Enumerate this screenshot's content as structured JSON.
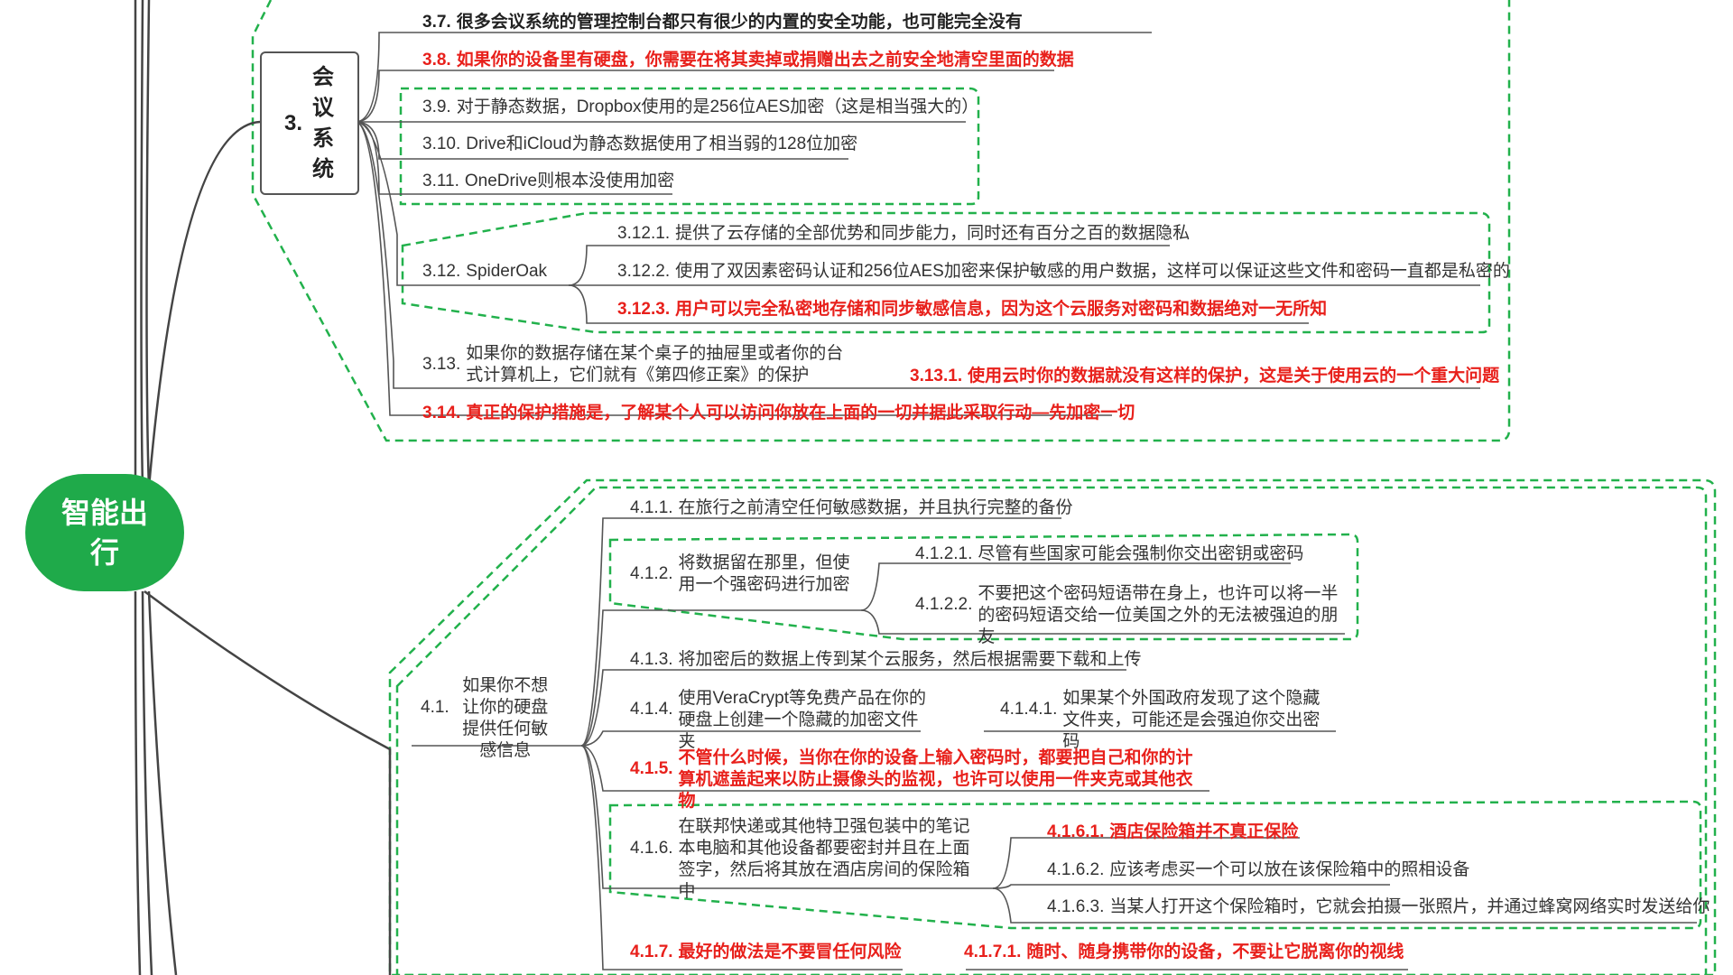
{
  "root": {
    "label": "智能出行"
  },
  "sections": [
    {
      "id": "3",
      "num": "3.",
      "label": "会议系统",
      "items": [
        {
          "num": "3.7.",
          "text": "很多会议系统的管理控制台都只有很少的内置的安全功能，也可能完全没有",
          "style": "bold"
        },
        {
          "num": "3.8.",
          "text": "如果你的设备里有硬盘，你需要在将其卖掉或捐赠出去之前安全地清空里面的数据",
          "style": "red"
        },
        {
          "num": "3.9.",
          "text": "对于静态数据，Dropbox使用的是256位AES加密（这是相当强大的）"
        },
        {
          "num": "3.10.",
          "text": "Drive和iCloud为静态数据使用了相当弱的128位加密"
        },
        {
          "num": "3.11.",
          "text": "OneDrive则根本没使用加密"
        },
        {
          "num": "3.12.",
          "text": "SpiderOak",
          "children": [
            {
              "num": "3.12.1.",
              "text": "提供了云存储的全部优势和同步能力，同时还有百分之百的数据隐私"
            },
            {
              "num": "3.12.2.",
              "text": "使用了双因素密码认证和256位AES加密来保护敏感的用户数据，这样可以保证这些文件和密码一直都是私密的"
            },
            {
              "num": "3.12.3.",
              "text": "用户可以完全私密地存储和同步敏感信息，因为这个云服务对密码和数据绝对一无所知",
              "style": "red"
            }
          ]
        },
        {
          "num": "3.13.",
          "text": "如果你的数据存储在某个桌子的抽屉里或者你的台式计算机上，它们就有《第四修正案》的保护",
          "children": [
            {
              "num": "3.13.1.",
              "text": "使用云时你的数据就没有这样的保护，这是关于使用云的一个重大问题",
              "style": "red"
            }
          ]
        },
        {
          "num": "3.14.",
          "text": "真正的保护措施是，了解某个人可以访问你放在上面的一切并据此采取行动—先加密一切",
          "style": "red"
        }
      ]
    },
    {
      "id": "4.1",
      "num": "4.1.",
      "label": "如果你不想让你的硬盘提供任何敏感信息",
      "items": [
        {
          "num": "4.1.1.",
          "text": "在旅行之前清空任何敏感数据，并且执行完整的备份"
        },
        {
          "num": "4.1.2.",
          "text": "将数据留在那里，但使用一个强密码进行加密",
          "children": [
            {
              "num": "4.1.2.1.",
              "text": "尽管有些国家可能会强制你交出密钥或密码"
            },
            {
              "num": "4.1.2.2.",
              "text": "不要把这个密码短语带在身上，也许可以将一半的密码短语交给一位美国之外的无法被强迫的朋友"
            }
          ]
        },
        {
          "num": "4.1.3.",
          "text": "将加密后的数据上传到某个云服务，然后根据需要下载和上传"
        },
        {
          "num": "4.1.4.",
          "text": "使用VeraCrypt等免费产品在你的硬盘上创建一个隐藏的加密文件夹",
          "children": [
            {
              "num": "4.1.4.1.",
              "text": "如果某个外国政府发现了这个隐藏文件夹，可能还是会强迫你交出密码"
            }
          ]
        },
        {
          "num": "4.1.5.",
          "text": "不管什么时候，当你在你的设备上输入密码时，都要把自己和你的计算机遮盖起来以防止摄像头的监视，也许可以使用一件夹克或其他衣物",
          "style": "red"
        },
        {
          "num": "4.1.6.",
          "text": "在联邦快递或其他特卫强包装中的笔记本电脑和其他设备都要密封并且在上面签字，然后将其放在酒店房间的保险箱中",
          "children": [
            {
              "num": "4.1.6.1.",
              "text": "酒店保险箱并不真正保险",
              "style": "red"
            },
            {
              "num": "4.1.6.2.",
              "text": "应该考虑买一个可以放在该保险箱中的照相设备"
            },
            {
              "num": "4.1.6.3.",
              "text": "当某人打开这个保险箱时，它就会拍摄一张照片，并通过蜂窝网络实时发送给你"
            }
          ]
        },
        {
          "num": "4.1.7.",
          "text": "最好的做法是不要冒任何风险",
          "style": "red",
          "children": [
            {
              "num": "4.1.7.1.",
              "text": "随时、随身携带你的设备，不要让它脱离你的视线",
              "style": "red"
            }
          ]
        }
      ]
    }
  ],
  "colors": {
    "root_fill": "#1faa4a",
    "group_outline": "#22b14c",
    "link": "#555555",
    "highlight_text": "#e8201b",
    "normal_text": "#333333"
  }
}
